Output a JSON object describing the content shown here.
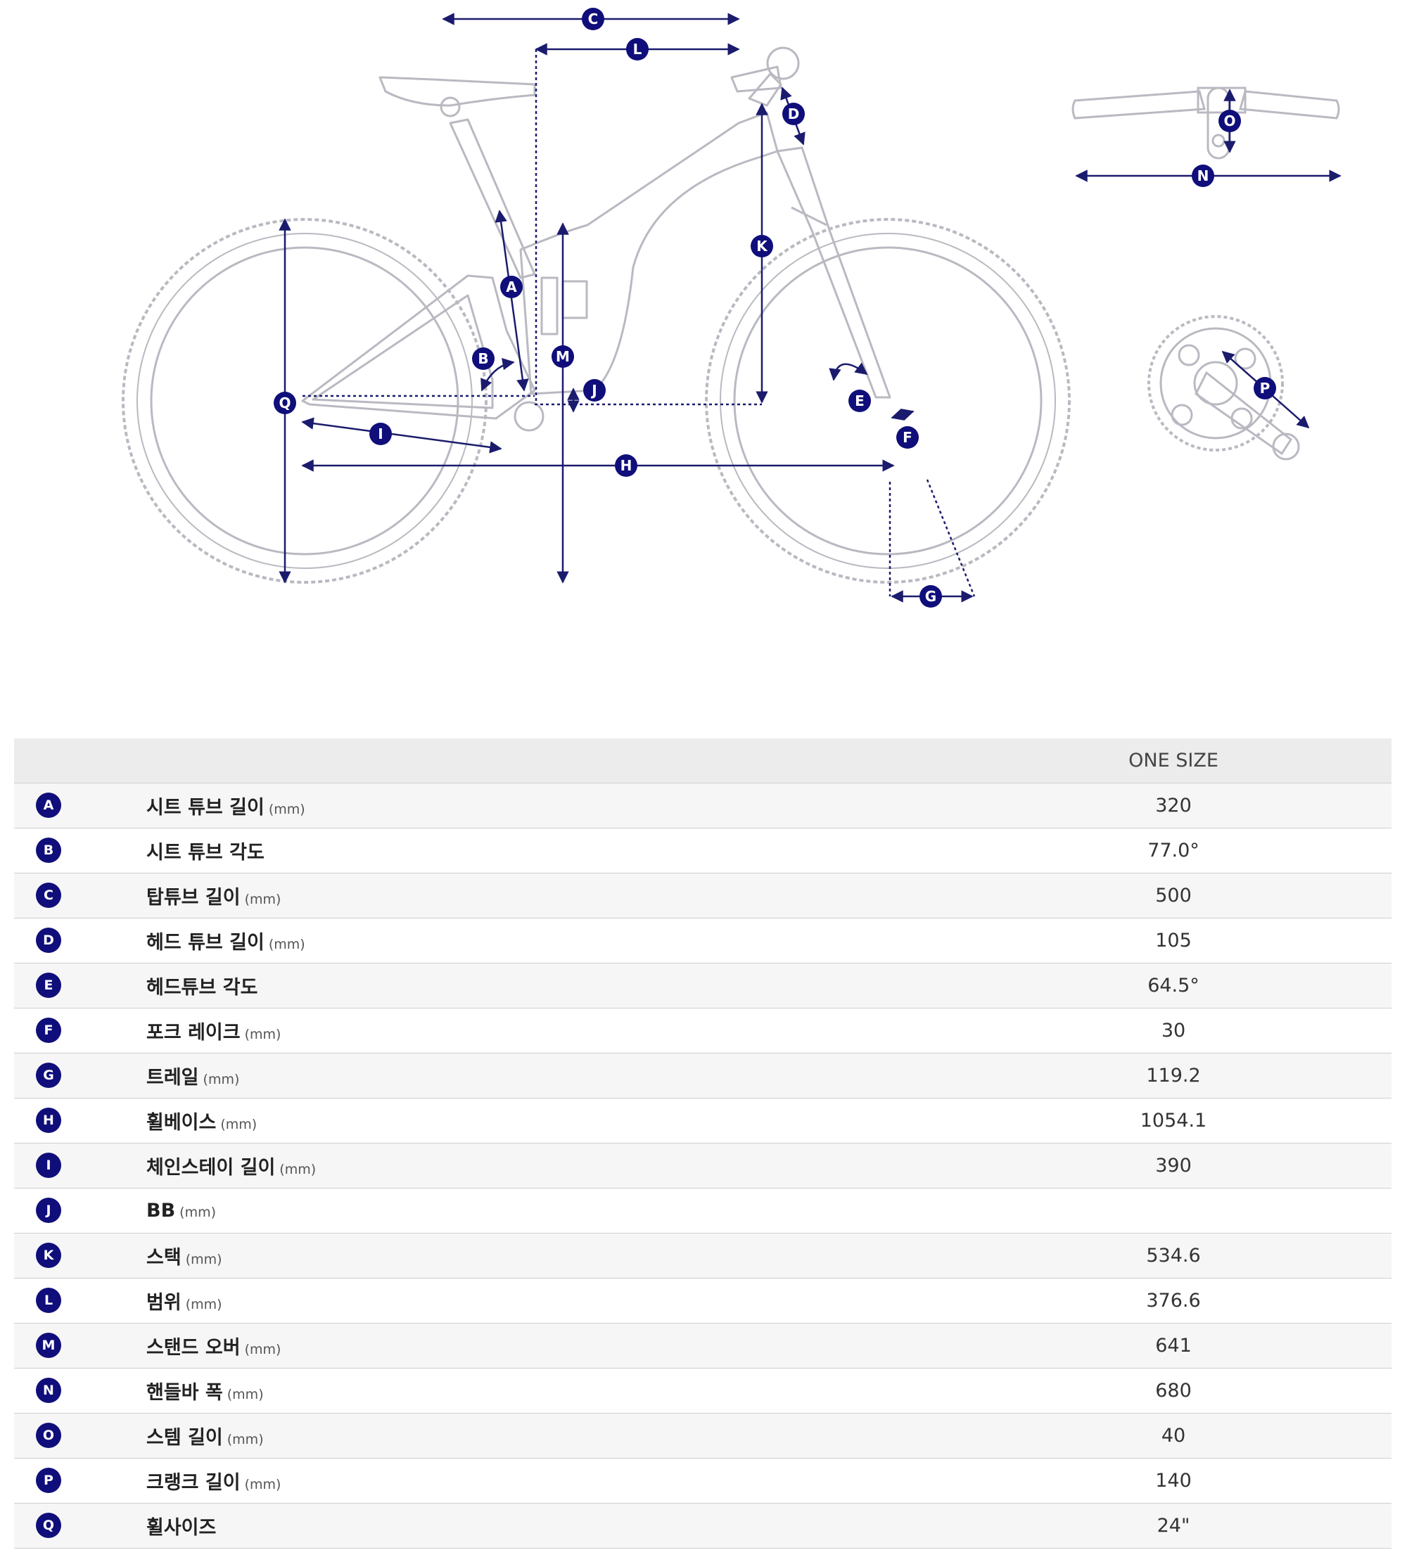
{
  "diagram": {
    "labels": [
      "A",
      "B",
      "C",
      "D",
      "E",
      "F",
      "G",
      "H",
      "I",
      "J",
      "K",
      "L",
      "M",
      "N",
      "O",
      "P",
      "Q"
    ],
    "colors": {
      "dimension": "#1b1b6e",
      "outline": "#b9b9c2",
      "badge": "#0f0e7a"
    }
  },
  "table": {
    "size_header": "ONE SIZE",
    "rows": [
      {
        "letter": "A",
        "label": "시트 튜브 길이",
        "unit": "(mm)",
        "value": "320"
      },
      {
        "letter": "B",
        "label": "시트 튜브 각도",
        "unit": "",
        "value": "77.0°"
      },
      {
        "letter": "C",
        "label": "탑튜브 길이",
        "unit": "(mm)",
        "value": "500"
      },
      {
        "letter": "D",
        "label": "헤드 튜브 길이",
        "unit": "(mm)",
        "value": "105"
      },
      {
        "letter": "E",
        "label": "헤드튜브 각도",
        "unit": "",
        "value": "64.5°"
      },
      {
        "letter": "F",
        "label": "포크 레이크",
        "unit": "(mm)",
        "value": "30"
      },
      {
        "letter": "G",
        "label": "트레일",
        "unit": "(mm)",
        "value": "119.2"
      },
      {
        "letter": "H",
        "label": "휠베이스",
        "unit": "(mm)",
        "value": "1054.1"
      },
      {
        "letter": "I",
        "label": "체인스테이 길이",
        "unit": "(mm)",
        "value": "390"
      },
      {
        "letter": "J",
        "label": "BB",
        "unit": "(mm)",
        "value": ""
      },
      {
        "letter": "K",
        "label": "스택",
        "unit": "(mm)",
        "value": "534.6"
      },
      {
        "letter": "L",
        "label": "범위",
        "unit": "(mm)",
        "value": "376.6"
      },
      {
        "letter": "M",
        "label": "스탠드 오버",
        "unit": "(mm)",
        "value": "641"
      },
      {
        "letter": "N",
        "label": "핸들바 폭",
        "unit": "(mm)",
        "value": "680"
      },
      {
        "letter": "O",
        "label": "스템 길이",
        "unit": "(mm)",
        "value": "40"
      },
      {
        "letter": "P",
        "label": "크랭크 길이",
        "unit": "(mm)",
        "value": "140"
      },
      {
        "letter": "Q",
        "label": "휠사이즈",
        "unit": "",
        "value": "24\""
      }
    ]
  }
}
